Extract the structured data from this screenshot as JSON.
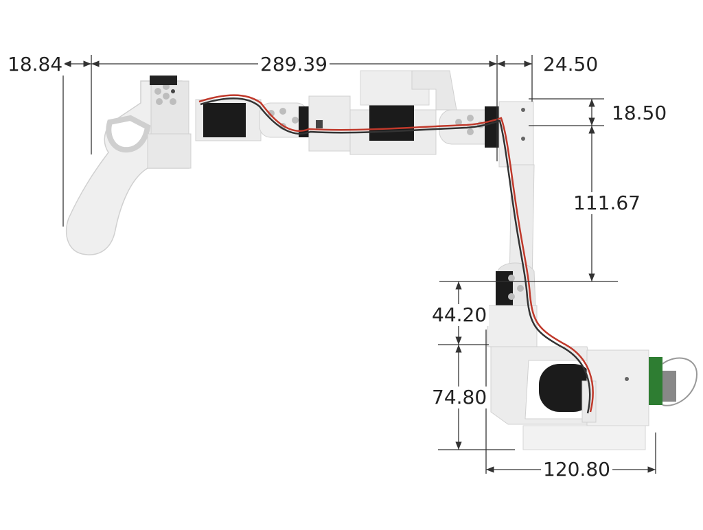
{
  "dimensions": {
    "d1": "18.84",
    "d2": "289.39",
    "d3": "24.50",
    "d4": "18.50",
    "d5": "111.67",
    "d6": "44.20",
    "d7": "74.80",
    "d8": "120.80"
  },
  "colors": {
    "part": "#eeeeee",
    "part_shade": "#d6d6d6",
    "servo": "#1b1b1b",
    "wire_red": "#c0392b",
    "wire_dark": "#333333",
    "pcb": "#2e7d32",
    "line": "#333333"
  }
}
